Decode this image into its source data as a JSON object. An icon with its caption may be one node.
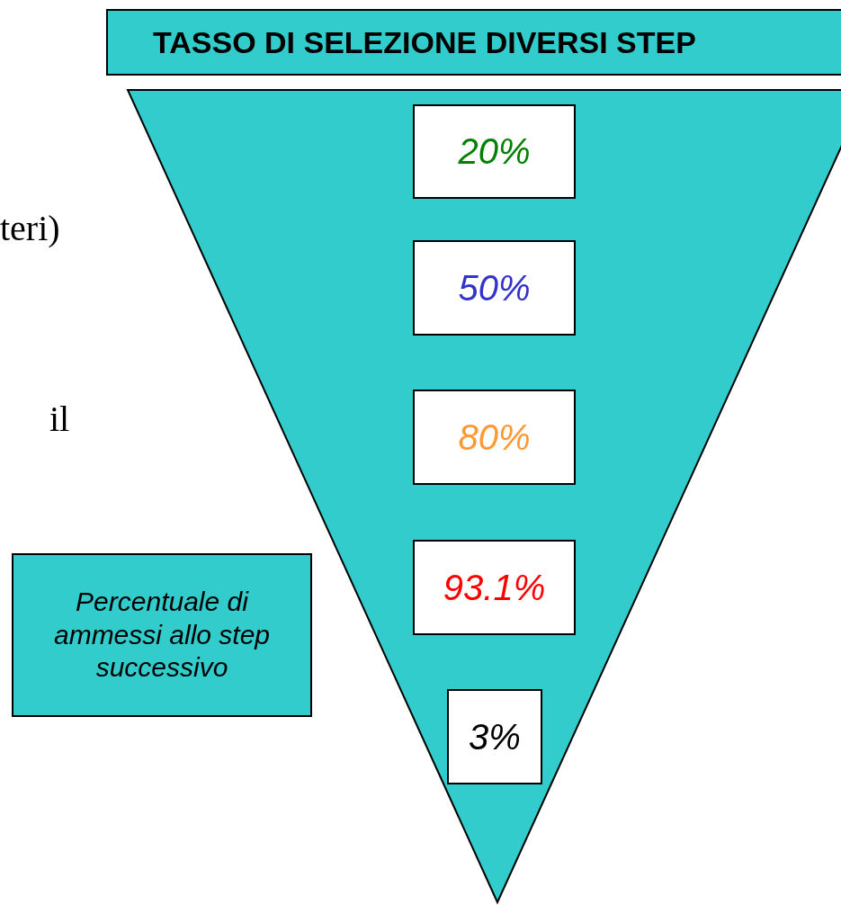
{
  "diagram": {
    "title": "TASSO DI SELEZIONE DIVERSI STEP",
    "nodes": [
      {
        "text": [],
        "shape": "triangle"
      },
      {
        "text": [
          "20%"
        ],
        "in": 0
      },
      {
        "text": [
          "50%"
        ],
        "in": 0
      },
      {
        "text": [
          "80%"
        ],
        "in": 0
      },
      {
        "text": [
          "93.1%"
        ],
        "in": 0
      },
      {
        "text": [
          "3%"
        ],
        "in": 0
      },
      {
        "text": [
          "Percentuale di ammessi allo step successivo"
        ]
      }
    ],
    "labels": [
      "teri)",
      "il"
    ]
  }
}
